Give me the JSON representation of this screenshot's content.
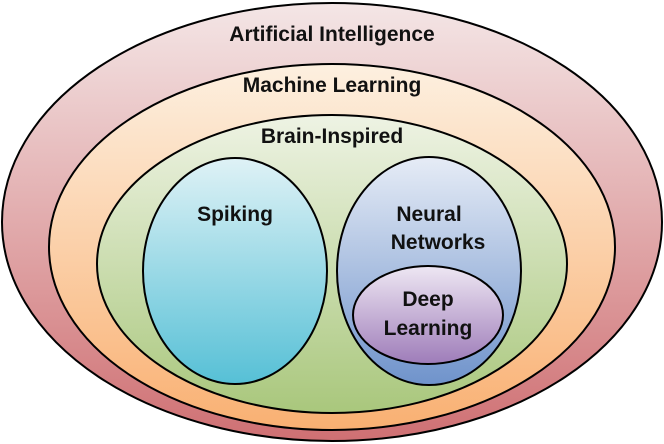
{
  "labels": {
    "ai": "Artificial Intelligence",
    "ml": "Machine Learning",
    "brain": "Brain-Inspired",
    "spiking": "Spiking",
    "nn_line1": "Neural",
    "nn_line2": "Networks",
    "dl_line1": "Deep",
    "dl_line2": "Learning"
  },
  "colors": {
    "ai_top": "#f4e6e6",
    "ai_bottom": "#cf7073",
    "ml_top": "#fdf0e0",
    "ml_bottom": "#f9b072",
    "brain_top": "#eef3e4",
    "brain_bottom": "#a9c77c",
    "spiking_top": "#dff2f6",
    "spiking_bottom": "#56c0d6",
    "nn_top": "#e6ecf6",
    "nn_bottom": "#6f93cb",
    "dl_top": "#eee7f3",
    "dl_bottom": "#9e7cb9"
  }
}
